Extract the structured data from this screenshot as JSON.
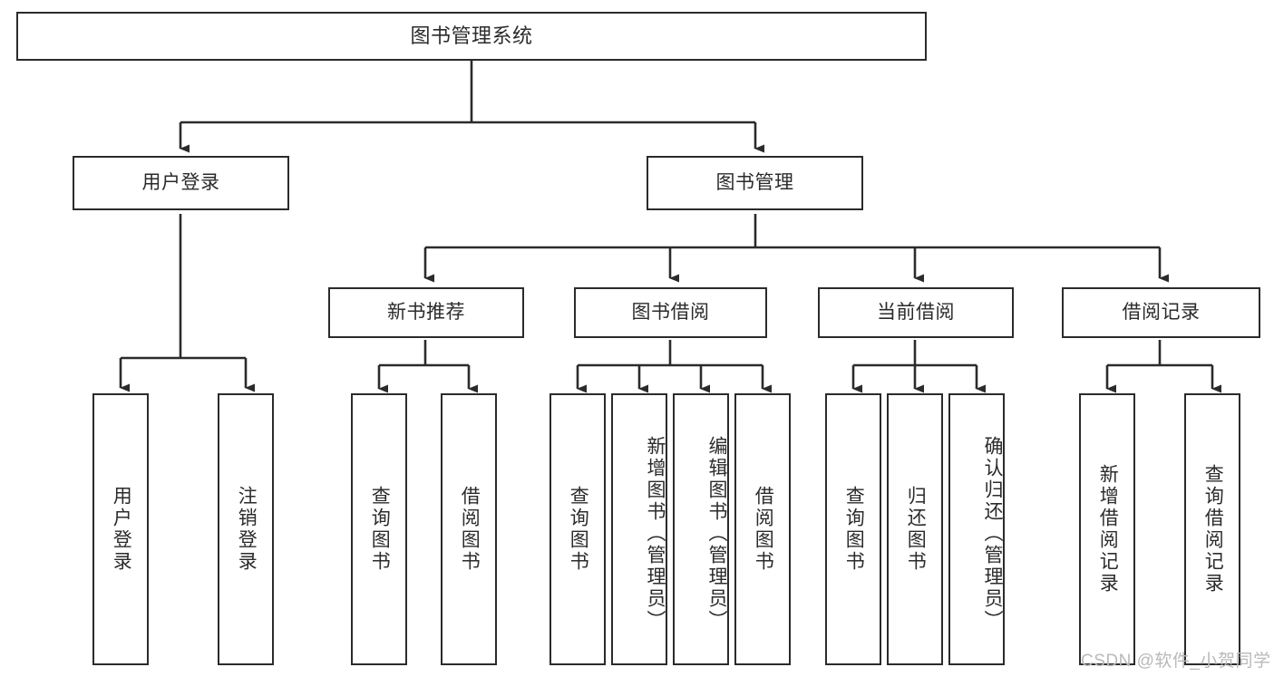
{
  "diagram": {
    "title": "图书管理系统",
    "type": "tree",
    "colors": {
      "stroke": "#2b2b2b",
      "fill": "#ffffff",
      "background": "#ffffff",
      "watermark": "#b9b9b9"
    },
    "watermark": "CSDN @软件_小贺同学",
    "levels": {
      "root": [
        "图书管理系统"
      ],
      "level2": [
        "用户登录",
        "图书管理"
      ],
      "level3": [
        "新书推荐",
        "图书借阅",
        "当前借阅",
        "借阅记录"
      ],
      "leaves": [
        "用户登录",
        "注销登录",
        "查询图书",
        "借阅图书",
        "查询图书",
        "新增图书（管理员）",
        "编辑图书（管理员）",
        "借阅图书",
        "查询图书",
        "归还图书",
        "确认归还（管理员）",
        "新增借阅记录",
        "查询借阅记录"
      ]
    },
    "nodes": {
      "root": {
        "label": "图书管理系统"
      },
      "user_login": {
        "label": "用户登录"
      },
      "book_manage": {
        "label": "图书管理"
      },
      "new_book_rec": {
        "label": "新书推荐"
      },
      "book_borrow": {
        "label": "图书借阅"
      },
      "current_borrow": {
        "label": "当前借阅"
      },
      "borrow_record": {
        "label": "借阅记录"
      },
      "leaf_user_login": {
        "label": "用户登录"
      },
      "leaf_logout": {
        "label": "注销登录"
      },
      "leaf_query_book_1": {
        "label": "查询图书"
      },
      "leaf_borrow_book_1": {
        "label": "借阅图书"
      },
      "leaf_query_book_2": {
        "label": "查询图书"
      },
      "leaf_add_book_admin": {
        "label": "新增图书（管理员）"
      },
      "leaf_edit_book_admin": {
        "label": "编辑图书（管理员）"
      },
      "leaf_borrow_book_2": {
        "label": "借阅图书"
      },
      "leaf_query_book_3": {
        "label": "查询图书"
      },
      "leaf_return_book": {
        "label": "归还图书"
      },
      "leaf_confirm_return_admin": {
        "label": "确认归还（管理员）"
      },
      "leaf_add_borrow_record": {
        "label": "新增借阅记录"
      },
      "leaf_query_borrow_record": {
        "label": "查询借阅记录"
      }
    },
    "edges": [
      {
        "from": "root",
        "to": "user_login"
      },
      {
        "from": "root",
        "to": "book_manage"
      },
      {
        "from": "user_login",
        "to": "leaf_user_login"
      },
      {
        "from": "user_login",
        "to": "leaf_logout"
      },
      {
        "from": "book_manage",
        "to": "new_book_rec"
      },
      {
        "from": "book_manage",
        "to": "book_borrow"
      },
      {
        "from": "book_manage",
        "to": "current_borrow"
      },
      {
        "from": "book_manage",
        "to": "borrow_record"
      },
      {
        "from": "new_book_rec",
        "to": "leaf_query_book_1"
      },
      {
        "from": "new_book_rec",
        "to": "leaf_borrow_book_1"
      },
      {
        "from": "book_borrow",
        "to": "leaf_query_book_2"
      },
      {
        "from": "book_borrow",
        "to": "leaf_add_book_admin"
      },
      {
        "from": "book_borrow",
        "to": "leaf_edit_book_admin"
      },
      {
        "from": "book_borrow",
        "to": "leaf_borrow_book_2"
      },
      {
        "from": "current_borrow",
        "to": "leaf_query_book_3"
      },
      {
        "from": "current_borrow",
        "to": "leaf_return_book"
      },
      {
        "from": "current_borrow",
        "to": "leaf_confirm_return_admin"
      },
      {
        "from": "borrow_record",
        "to": "leaf_add_borrow_record"
      },
      {
        "from": "borrow_record",
        "to": "leaf_query_borrow_record"
      }
    ]
  }
}
